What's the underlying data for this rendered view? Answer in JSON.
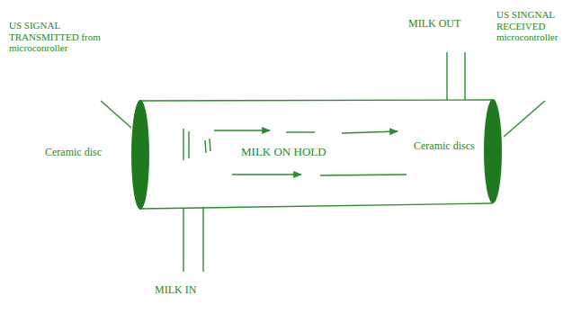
{
  "diagram": {
    "labels": [
      "US SIGNAL TRANSMITTED from microconroller",
      "Ceramic disc",
      "MILK OUT",
      "US SINGNAL RECEIVED microcontroller",
      "MILK ON HOLD",
      "Ceramic discs",
      "MILK IN"
    ]
  }
}
